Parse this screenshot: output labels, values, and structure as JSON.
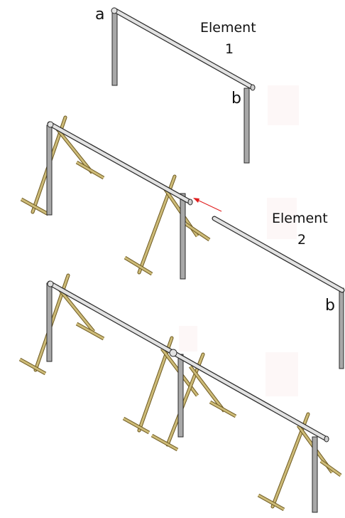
{
  "labels": {
    "a": "a",
    "b_top": "b",
    "b_mid": "b",
    "element1_word": "Element",
    "element1_num": "1",
    "element2_word": "Element",
    "element2_num": "2"
  },
  "colors": {
    "pipe_fill": "#e2e2e2",
    "pipe_dark": "#9c9c9c",
    "post_fill": "#a8a8a8",
    "wood_fill": "#cdbb78",
    "wood_dark": "#6e5a22",
    "arrow": "#e01b1b",
    "outline": "#2a2a2a"
  }
}
